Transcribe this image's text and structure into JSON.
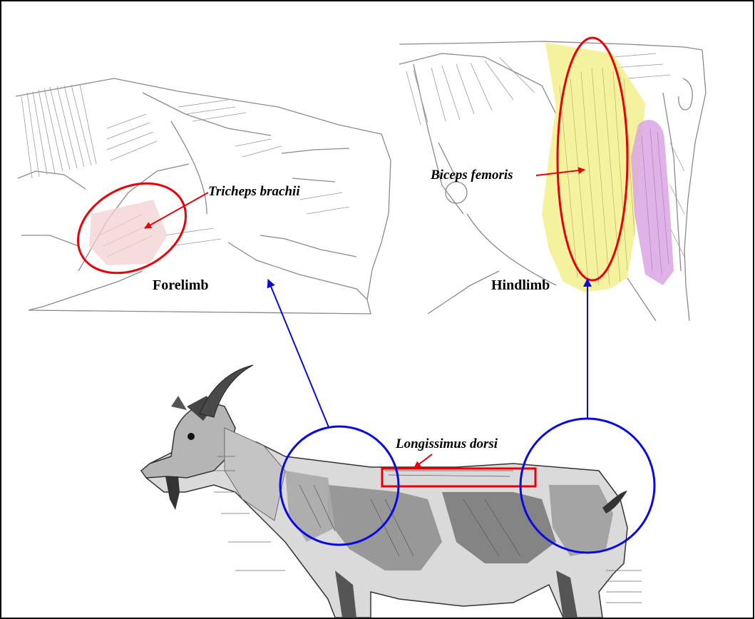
{
  "labels": {
    "triceps": "Tricheps brachii",
    "biceps": "Biceps femoris",
    "longissimus": "Longissimus dorsi",
    "forelimb": "Forelimb",
    "hindlimb": "Hindlimb"
  },
  "colors": {
    "highlight_red": "#e8000b",
    "arrow_blue": "#0a0ae0",
    "biceps_fill": "#f2f08c",
    "purple_fill": "#d9a6e3",
    "triceps_fill": "#f3d2d2",
    "sketch_line": "#7b7b7b"
  }
}
